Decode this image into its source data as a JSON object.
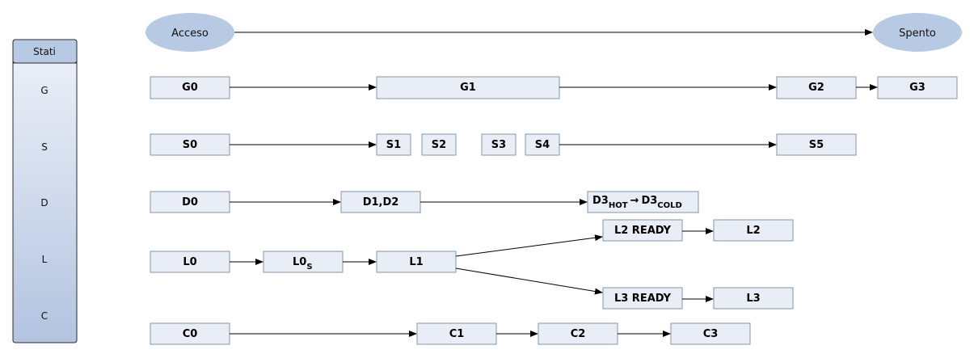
{
  "legend": {
    "title": "Stati",
    "items": [
      "G",
      "S",
      "D",
      "L",
      "C"
    ]
  },
  "power": {
    "on": "Acceso",
    "off": "Spento"
  },
  "rows": {
    "G": [
      "G0",
      "G1",
      "G2",
      "G3"
    ],
    "S": [
      "S0",
      "S1",
      "S2",
      "S3",
      "S4",
      "S5"
    ],
    "D": {
      "d0": "D0",
      "d12": "D1,D2",
      "d3_hot_main": "D3",
      "d3_hot_sub": "HOT",
      "d3_arrow": "→",
      "d3_cold_main": "D3",
      "d3_cold_sub": "COLD"
    },
    "L": {
      "l0": "L0",
      "l0s_main": "L0",
      "l0s_sub": "S",
      "l1": "L1",
      "l2ready": "L2 READY",
      "l2": "L2",
      "l3ready": "L3 READY",
      "l3": "L3"
    },
    "C": [
      "C0",
      "C1",
      "C2",
      "C3"
    ]
  },
  "colors": {
    "box_fill": "#e8edf6",
    "box_stroke": "#8a94a6",
    "ellipse_fill": "#b8c9e4",
    "legend_header": "#b8c9e4",
    "legend_top": "#eef2f9",
    "legend_bottom": "#b3c4e0",
    "arrow": "#000000"
  }
}
